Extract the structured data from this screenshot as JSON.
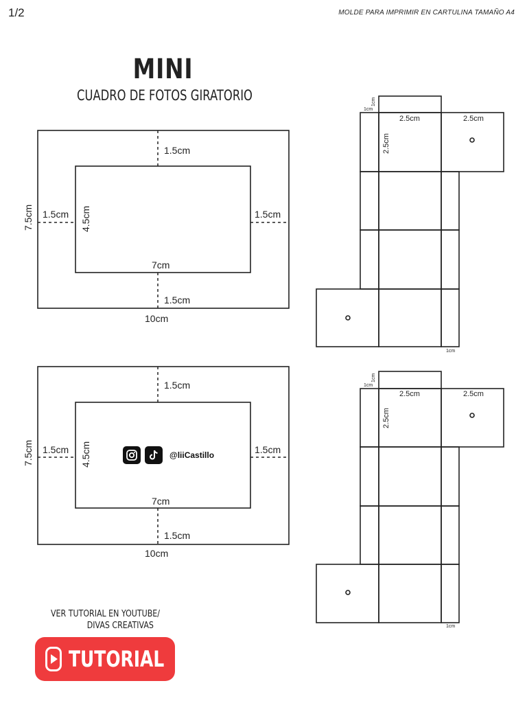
{
  "header": {
    "page_number": "1/2",
    "note": "MOLDE PARA IMPRIMIR EN CARTULINA TAMAÑO A4"
  },
  "title": "MINI",
  "subtitle": "CUADRO DE FOTOS GIRATORIO",
  "frame_top": {
    "top_margin": "1.5cm",
    "bottom_margin": "1.5cm",
    "left_margin": "1.5cm",
    "right_margin": "1.5cm",
    "outer_height": "7.5cm",
    "outer_width": "10cm",
    "inner_height": "4.5cm",
    "inner_width": "7cm"
  },
  "frame_bottom": {
    "top_margin": "1.5cm",
    "bottom_margin": "1.5cm",
    "left_margin": "1.5cm",
    "right_margin": "1.5cm",
    "outer_height": "7.5cm",
    "outer_width": "10cm",
    "inner_height": "4.5cm",
    "inner_width": "7cm",
    "social_handle": "@liiCastillo",
    "social_icons": [
      "instagram-icon",
      "tiktok-icon"
    ]
  },
  "net_top": {
    "tab_top": "1cm",
    "tab_side": "1cm",
    "face_width_a": "2.5cm",
    "face_width_b": "2.5cm",
    "face_height": "2.5cm",
    "tab_bottom": "1cm"
  },
  "net_bottom": {
    "tab_top": "1cm",
    "tab_side": "1cm",
    "face_width_a": "2.5cm",
    "face_width_b": "2.5cm",
    "face_height": "2.5cm",
    "tab_bottom": "1cm"
  },
  "footer": {
    "youtube_line1": "VER TUTORIAL EN YOUTUBE/",
    "youtube_line2": "DIVAS CREATIVAS",
    "tutorial_label": "TUTORIAL",
    "button_color": "#ef3b3d"
  }
}
